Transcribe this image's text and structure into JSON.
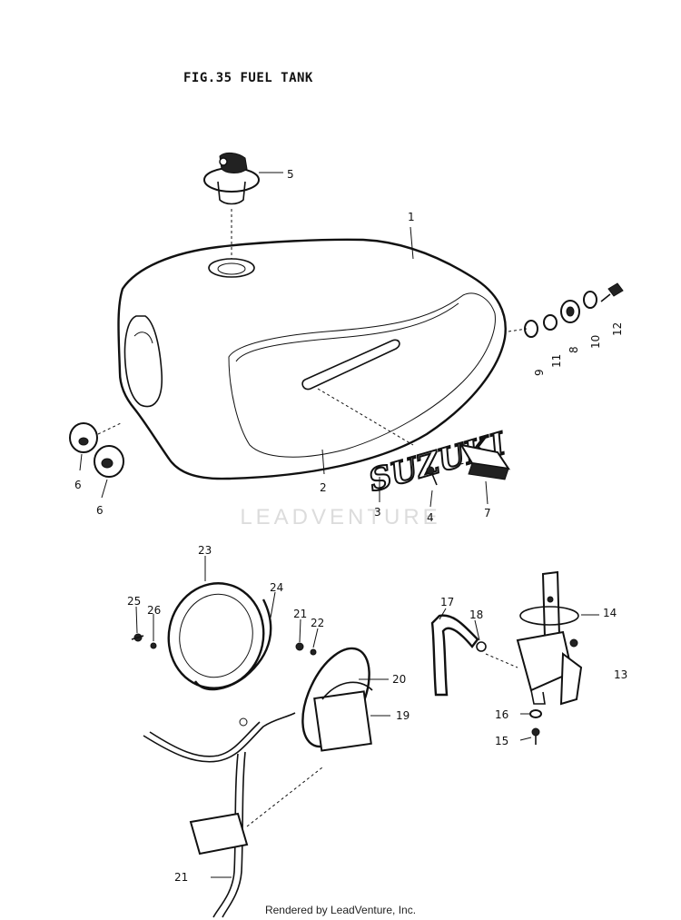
{
  "figure": {
    "title": "FIG.35  FUEL TANK"
  },
  "watermark": "LEADVENTURE",
  "footer": "Rendered by LeadVenture, Inc.",
  "callouts": {
    "c1": "1",
    "c2": "2",
    "c3": "3",
    "c4": "4",
    "c5": "5",
    "c6a": "6",
    "c6b": "6",
    "c7": "7",
    "c8": "8",
    "c9": "9",
    "c10": "10",
    "c11": "11",
    "c12": "12",
    "c13": "13",
    "c14": "14",
    "c15": "15",
    "c16": "16",
    "c17": "17",
    "c18": "18",
    "c19": "19",
    "c20": "20",
    "c21a": "21",
    "c21b": "21",
    "c22": "22",
    "c23": "23",
    "c24": "24",
    "c25": "25",
    "c26": "26"
  },
  "emblem_text": "SUZUKI"
}
